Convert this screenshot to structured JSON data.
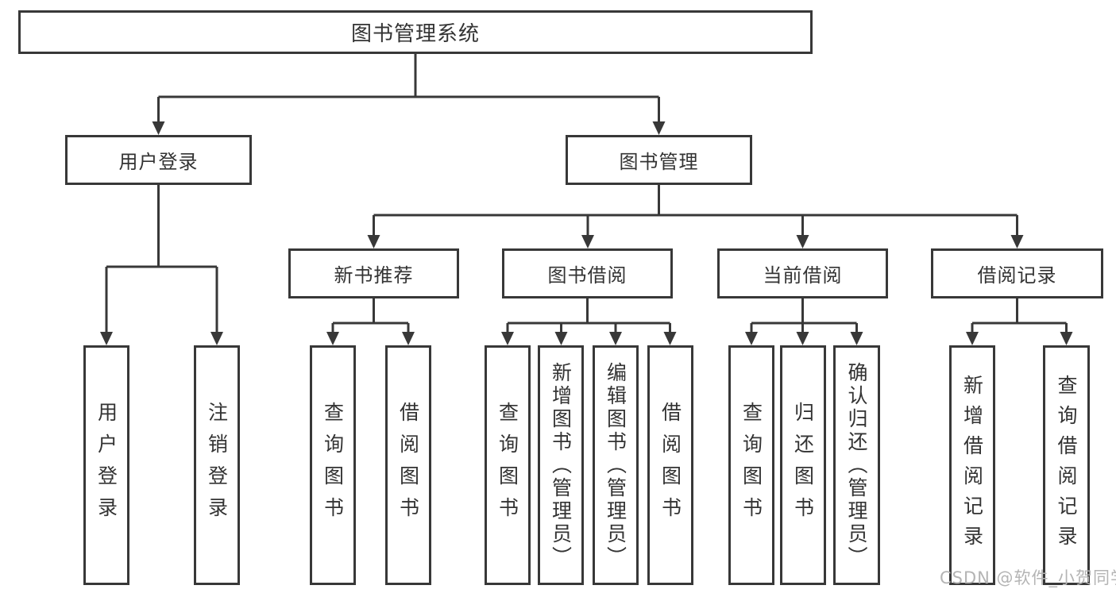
{
  "diagram": {
    "title": "图书管理系统",
    "branches": [
      {
        "label": "用户登录",
        "children": [
          "用户登录",
          "注销登录"
        ]
      },
      {
        "label": "图书管理",
        "groups": [
          {
            "label": "新书推荐",
            "children": [
              "查询图书",
              "借阅图书"
            ]
          },
          {
            "label": "图书借阅",
            "children": [
              "查询图书",
              "新增图书（管理员）",
              "编辑图书（管理员）",
              "借阅图书"
            ]
          },
          {
            "label": "当前借阅",
            "children": [
              "查询图书",
              "归还图书",
              "确认归还（管理员）"
            ]
          },
          {
            "label": "借阅记录",
            "children": [
              "新增借阅记录",
              "查询借阅记录"
            ]
          }
        ]
      }
    ]
  },
  "watermark": "CSDN @软件_小贺同学",
  "colors": {
    "line": "#383838",
    "text": "#333333",
    "watermark": "#b4b4b4",
    "background": "#ffffff"
  }
}
